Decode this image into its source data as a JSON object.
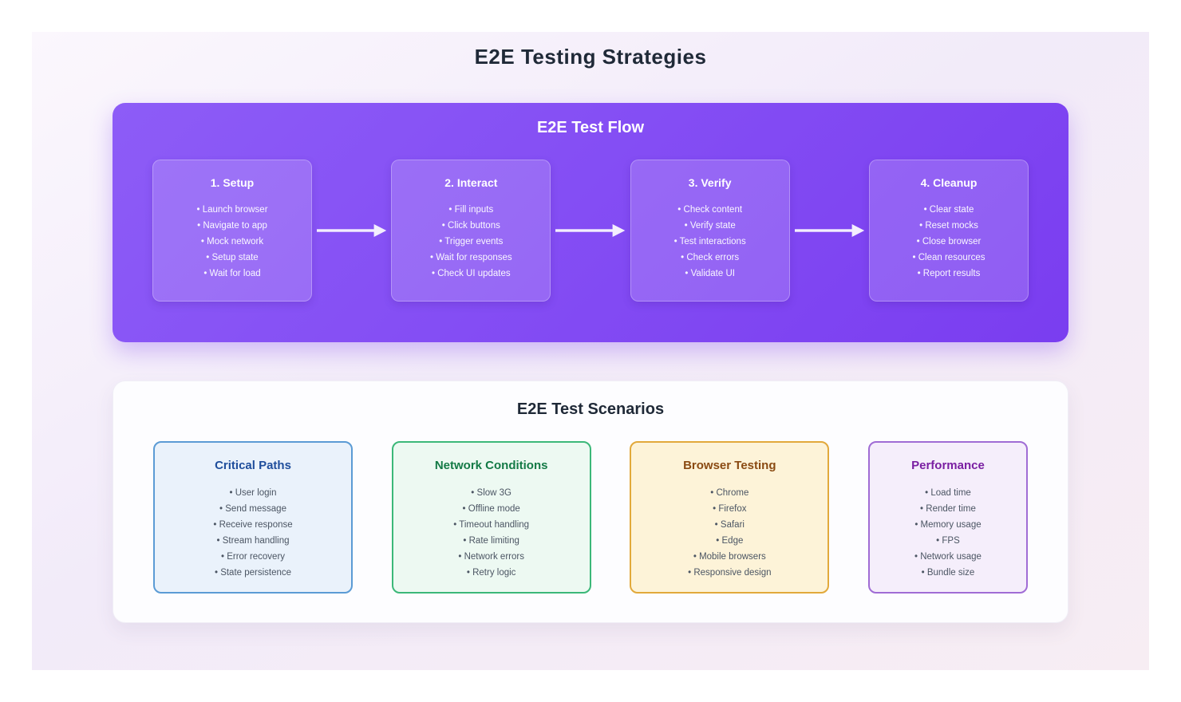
{
  "page": {
    "title": "E2E Testing Strategies"
  },
  "flow": {
    "title": "E2E Test Flow",
    "arrow_color": "#f3eefe",
    "panel_color_start": "#8d5cf7",
    "panel_color_end": "#7a3df0",
    "steps": [
      {
        "title": "1. Setup",
        "items": [
          "Launch browser",
          "Navigate to app",
          "Mock network",
          "Setup state",
          "Wait for load"
        ]
      },
      {
        "title": "2. Interact",
        "items": [
          "Fill inputs",
          "Click buttons",
          "Trigger events",
          "Wait for responses",
          "Check UI updates"
        ]
      },
      {
        "title": "3. Verify",
        "items": [
          "Check content",
          "Verify state",
          "Test interactions",
          "Check errors",
          "Validate UI"
        ]
      },
      {
        "title": "4. Cleanup",
        "items": [
          "Clear state",
          "Reset mocks",
          "Close browser",
          "Clean resources",
          "Report results"
        ]
      }
    ]
  },
  "scenarios": {
    "title": "E2E Test Scenarios",
    "cards": [
      {
        "title": "Critical Paths",
        "items": [
          "User login",
          "Send message",
          "Receive response",
          "Stream handling",
          "Error recovery",
          "State persistence"
        ],
        "colors": {
          "border": "#5b9bd5",
          "background": "#eaf2fb",
          "title": "#1f4e9c"
        }
      },
      {
        "title": "Network Conditions",
        "items": [
          "Slow 3G",
          "Offline mode",
          "Timeout handling",
          "Rate limiting",
          "Network errors",
          "Retry logic"
        ],
        "colors": {
          "border": "#3cb879",
          "background": "#edf9f2",
          "title": "#147a46"
        }
      },
      {
        "title": "Browser Testing",
        "items": [
          "Chrome",
          "Firefox",
          "Safari",
          "Edge",
          "Mobile browsers",
          "Responsive design"
        ],
        "colors": {
          "border": "#e2a93b",
          "background": "#fdf3d8",
          "title": "#8a4a12"
        }
      },
      {
        "title": "Performance",
        "items": [
          "Load time",
          "Render time",
          "Memory usage",
          "FPS",
          "Network usage",
          "Bundle size"
        ],
        "colors": {
          "border": "#a06cd5",
          "background": "#f5eefb",
          "title": "#7a1fa2"
        }
      }
    ]
  }
}
